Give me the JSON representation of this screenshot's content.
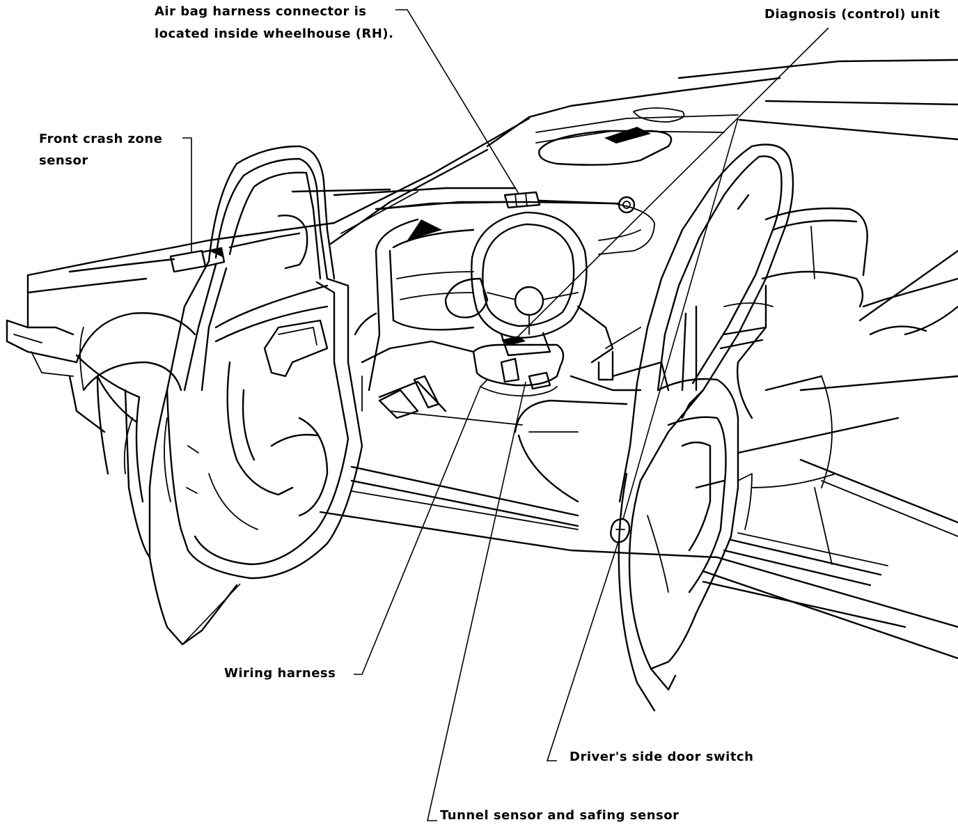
{
  "callouts": {
    "airbag_harness_connector": {
      "line1": "Air bag harness connector is",
      "line2": "located inside wheelhouse (RH)."
    },
    "diagnosis_unit": "Diagnosis (control) unit",
    "front_crash_zone_sensor": {
      "line1": "Front crash zone",
      "line2": "sensor"
    },
    "wiring_harness": "Wiring harness",
    "drivers_side_door_switch": "Driver's side door switch",
    "tunnel_and_safing_sensor": "Tunnel sensor and safing sensor"
  }
}
